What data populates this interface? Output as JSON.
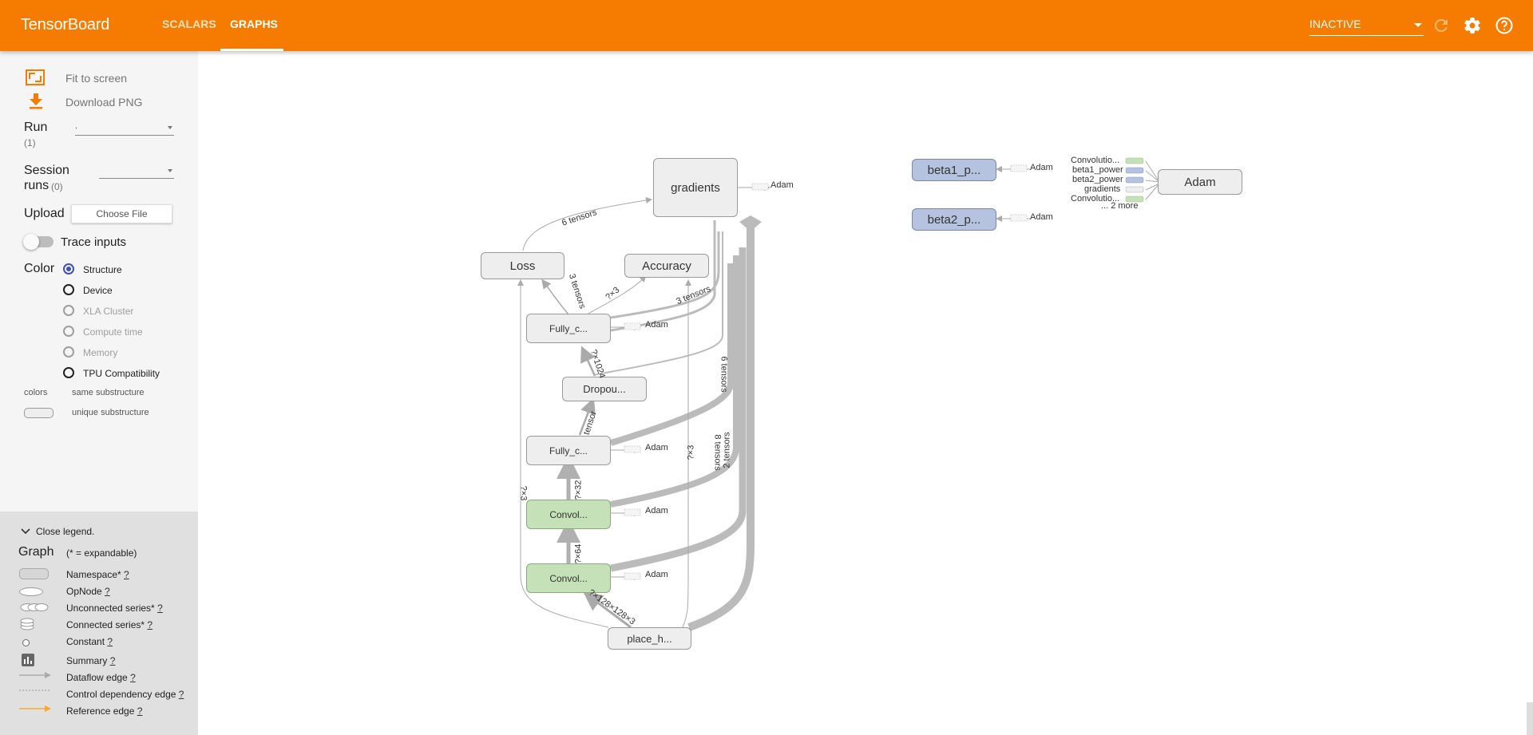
{
  "toolbar": {
    "brand": "TensorBoard",
    "tabs": [
      "SCALARS",
      "GRAPHS"
    ],
    "active_tab": "GRAPHS",
    "status_select": "INACTIVE",
    "icons": [
      "refresh-icon",
      "settings-icon",
      "help-icon"
    ],
    "color": "#f57c00"
  },
  "sidebar": {
    "fit_to_screen": "Fit to screen",
    "download_png": "Download PNG",
    "run_label": "Run",
    "run_count": "(1)",
    "run_value": ".",
    "session_label": "Session",
    "session_runs": "runs",
    "session_count": "(0)",
    "upload_label": "Upload",
    "choose_file": "Choose File",
    "trace_inputs": "Trace inputs",
    "color_label": "Color",
    "color_options": [
      "Structure",
      "Device",
      "XLA Cluster",
      "Compute time",
      "Memory",
      "TPU Compatibility"
    ],
    "colors_label": "colors",
    "same_substructure": "same substructure",
    "unique_substructure": "unique substructure"
  },
  "legend": {
    "close": "Close legend.",
    "title": "Graph",
    "expandable_note": "(* = expandable)",
    "help": "?",
    "items": [
      "Namespace*",
      "OpNode",
      "Unconnected series*",
      "Connected series*",
      "Constant",
      "Summary",
      "Dataflow edge",
      "Control dependency edge",
      "Reference edge"
    ]
  },
  "graph": {
    "nodes": {
      "gradients": "gradients",
      "loss": "Loss",
      "accuracy": "Accuracy",
      "fully_c1": "Fully_c...",
      "dropout": "Dropou...",
      "fully_c2": "Fully_c...",
      "convol1": "Convol...",
      "convol2": "Convol...",
      "place_h": "place_h...",
      "beta1": "beta1_p...",
      "beta2": "beta2_p...",
      "adam_main": "Adam"
    },
    "adam_label": "Adam",
    "edge_labels": {
      "six_tensors": "6 tensors",
      "three_tensors_a": "3 tensors",
      "three_tensors_b": "3 tensors",
      "qx3_a": "?×3",
      "qx3_b": "?×3",
      "qx3_c": "?×3",
      "qx1024": "?×1024",
      "tensor": "tensor",
      "qx32": "?×32",
      "qx64": "?×64",
      "qx128": "?×128×128×3",
      "six_tensors_b": "6 tensors",
      "eight_tensors": "8 tensors",
      "two_tensors": "2 tensors"
    },
    "adam_inputs": [
      "Convolutio...",
      "beta1_power",
      "beta2_power",
      "gradients",
      "Convolutio...",
      "... 2 more"
    ],
    "colors": {
      "namespace": "#eeeeee",
      "convol": "#c5e1b8",
      "beta": "#b5c3e0"
    }
  }
}
